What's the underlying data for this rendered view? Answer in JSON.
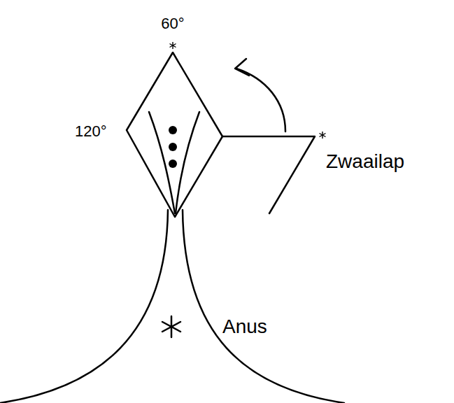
{
  "diagram": {
    "labels": [
      "60°",
      "120°",
      "Zwaailap",
      "Anus"
    ]
  }
}
